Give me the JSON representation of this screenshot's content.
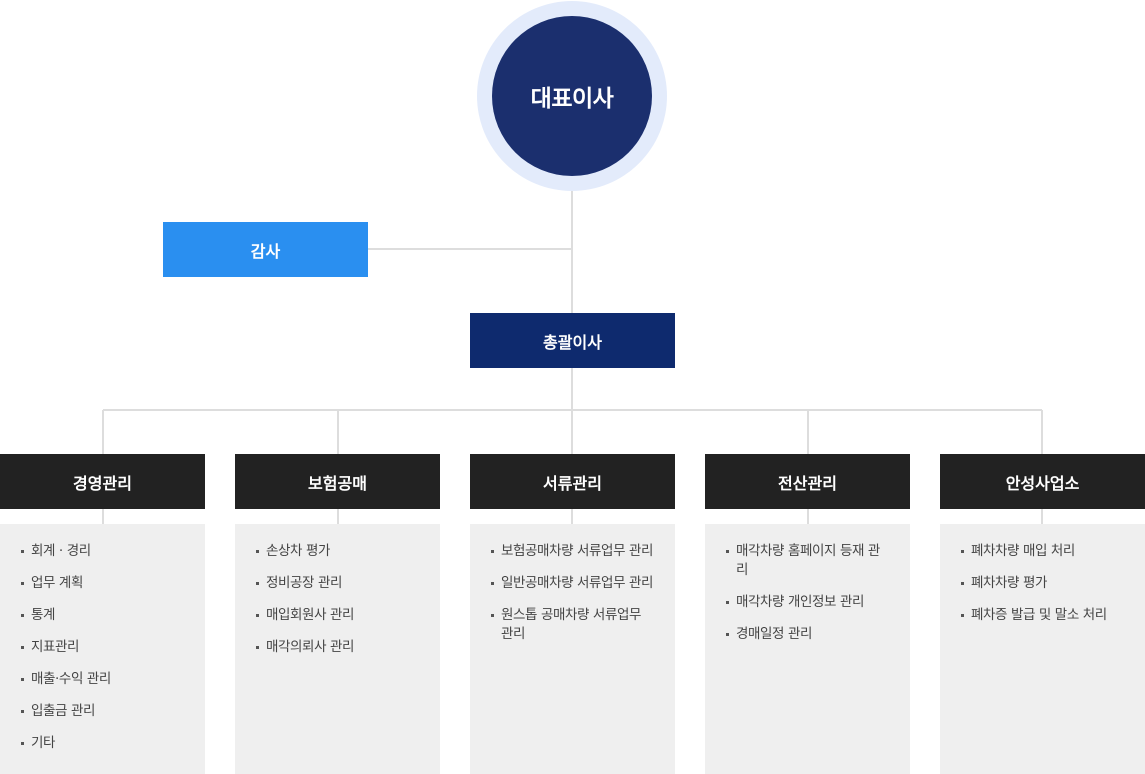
{
  "ceo": {
    "label": "대표이사"
  },
  "audit": {
    "label": "감사"
  },
  "general_manager": {
    "label": "총괄이사"
  },
  "departments": [
    {
      "label": "경영관리",
      "items": [
        "회계 · 경리",
        "업무 계획",
        "통계",
        "지표관리",
        "매출·수익 관리",
        "입출금 관리",
        "기타"
      ]
    },
    {
      "label": "보험공매",
      "items": [
        "손상차 평가",
        "정비공장 관리",
        "매입회원사 관리",
        "매각의뢰사 관리"
      ]
    },
    {
      "label": "서류관리",
      "items": [
        "보험공매차량 서류업무 관리",
        "일반공매차량 서류업무 관리",
        "원스톱 공매차량 서류업무 관리"
      ]
    },
    {
      "label": "전산관리",
      "items": [
        "매각차량 홈페이지 등재 관리",
        "매각차량 개인정보 관리",
        "경매일정 관리"
      ]
    },
    {
      "label": "안성사업소",
      "items": [
        "폐차차량 매입 처리",
        "폐차차량 평가",
        "폐차증 발급 및 말소 처리"
      ]
    }
  ],
  "colors": {
    "ceo": "#1b2f6e",
    "ceo_ring": "#e3ebfb",
    "audit": "#2a8ff0",
    "general_manager": "#0e2a6e",
    "department": "#222222",
    "panel": "#efefef",
    "connector": "#dddddd"
  }
}
